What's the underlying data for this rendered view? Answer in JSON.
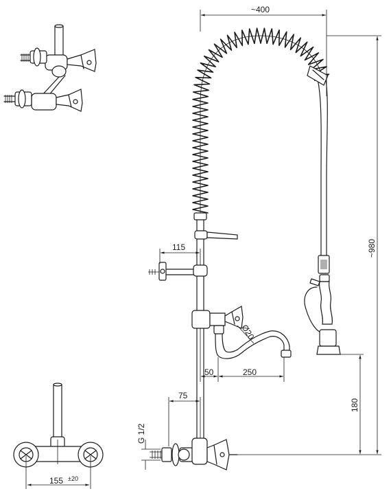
{
  "dimensions": {
    "width_top": "~400",
    "height_total": "~980",
    "bracket_offset": "115",
    "spout_diameter": "Ø20",
    "spout_offset": "50",
    "spout_reach": "250",
    "inlet_offset": "75",
    "spray_height": "180",
    "thread": "G 1/2",
    "centers": "155",
    "centers_tolerance": "±20"
  }
}
